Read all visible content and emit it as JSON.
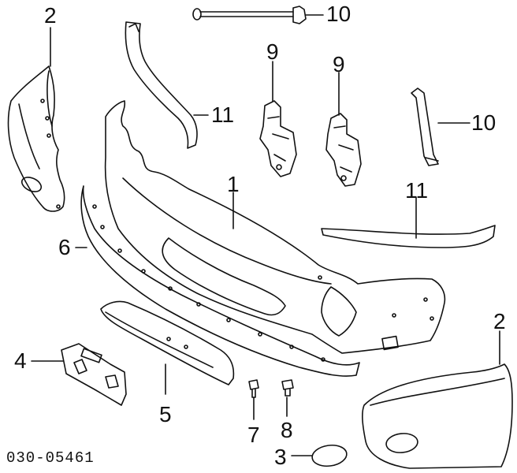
{
  "figure_ref": "030-05461",
  "callouts": {
    "c1": "1",
    "c2_left": "2",
    "c2_right": "2",
    "c3": "3",
    "c4": "4",
    "c5": "5",
    "c6": "6",
    "c7": "7",
    "c8": "8",
    "c9_left": "9",
    "c9_right": "9",
    "c10_top": "10",
    "c10_right": "10",
    "c11_top": "11",
    "c11_right": "11"
  }
}
